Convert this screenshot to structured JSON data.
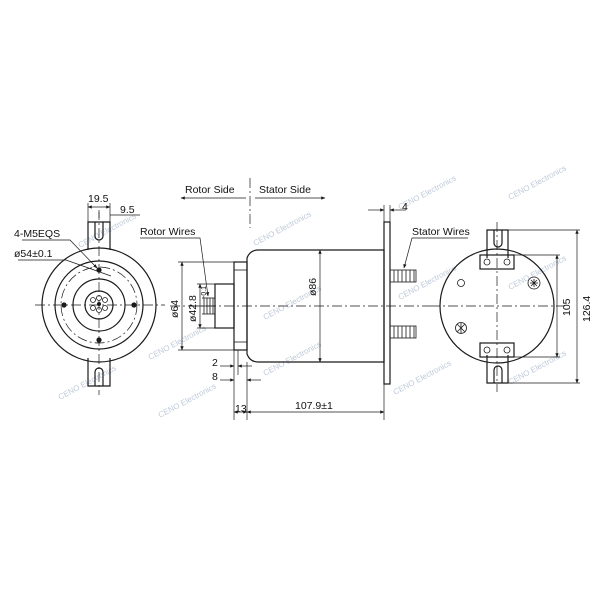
{
  "labels": {
    "rotor_side": "Rotor Side",
    "stator_side": "Stator Side",
    "rotor_wires": "Rotor Wires",
    "stator_wires": "Stator Wires",
    "thread": "4-M5EQS",
    "pcd": "ø54±0.1"
  },
  "dimensions": {
    "d_19_5": "19.5",
    "d_9_5": "9.5",
    "d_4": "4",
    "d_phi64": "ø64",
    "d_phi42": "ø42.8",
    "d_phi42_tol": "-0.1",
    "d_phi86": "ø86",
    "d_2": "2",
    "d_8": "8",
    "d_13": "13",
    "d_107_9": "107.9±1",
    "d_105": "105",
    "d_126_4": "126.4"
  },
  "watermark": "CENO Electronics",
  "colors": {
    "line": "#1a1a1a",
    "watermark": "#a9b7cc",
    "background": "#ffffff"
  }
}
